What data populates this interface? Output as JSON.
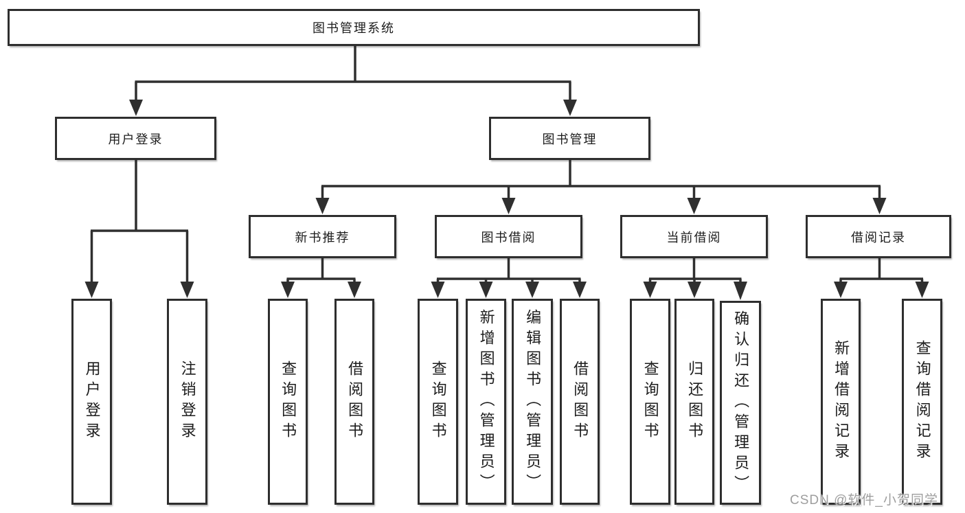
{
  "diagram": {
    "title": "图书管理系统",
    "branches": [
      {
        "label": "用户登录",
        "children": [
          {
            "label": "用户登录"
          },
          {
            "label": "注销登录"
          }
        ]
      },
      {
        "label": "图书管理",
        "children": [
          {
            "label": "新书推荐",
            "children": [
              {
                "label": "查询图书"
              },
              {
                "label": "借阅图书"
              }
            ]
          },
          {
            "label": "图书借阅",
            "children": [
              {
                "label": "查询图书"
              },
              {
                "label": "新增图书（管理员）"
              },
              {
                "label": "编辑图书（管理员）"
              },
              {
                "label": "借阅图书"
              }
            ]
          },
          {
            "label": "当前借阅",
            "children": [
              {
                "label": "查询图书"
              },
              {
                "label": "归还图书"
              },
              {
                "label": "确认归还（管理员）"
              }
            ]
          },
          {
            "label": "借阅记录",
            "children": [
              {
                "label": "新增借阅记录"
              },
              {
                "label": "查询借阅记录"
              }
            ]
          }
        ]
      }
    ],
    "line_color": "#2f2f2f"
  },
  "watermark": {
    "text": "CSDN @软件_小贺同学",
    "color": "#9e9e9e"
  }
}
